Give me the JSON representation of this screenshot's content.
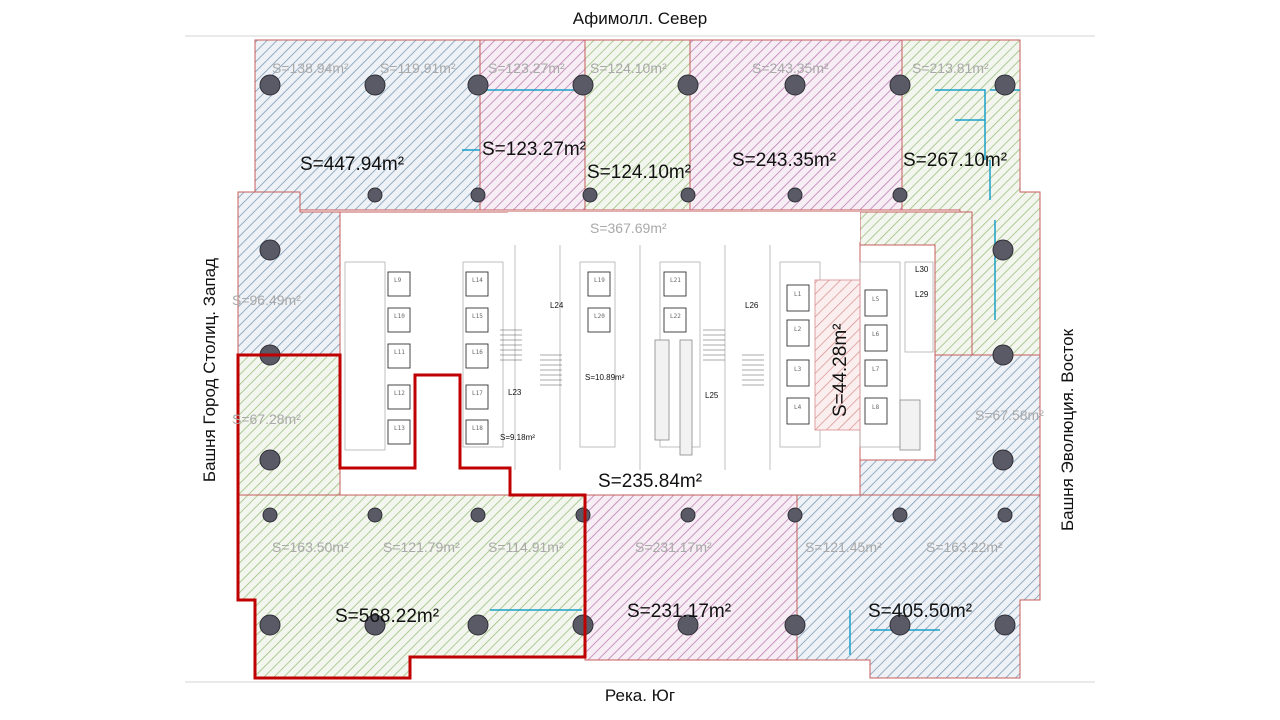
{
  "directions": {
    "north": "Афимолл. Север",
    "south": "Река. Юг",
    "west": "Башня Город Столиц. Запад",
    "east": "Башня Эволюция. Восток"
  },
  "colors": {
    "blue_hatch": "#7e9bb6",
    "pink_hatch": "#c07fb3",
    "green_hatch": "#9fc07f",
    "wall": "#c65c5c",
    "highlight": "#c00000",
    "column": "#5a5a66",
    "cyan_line": "#1aa0c8"
  },
  "areas_small": {
    "s1": "S=138.94m²",
    "s2": "S=119.91m²",
    "s3": "S=123.27m²",
    "s4": "S=124.10m²",
    "s5": "S=243.35m²",
    "s6": "S=213.81m²",
    "s7": "S=367.69m²",
    "s8": "S=96.49m²",
    "s9": "S=67.28m²",
    "s10": "S=67.58m²",
    "s11": "S=163.50m²",
    "s12": "S=121.79m²",
    "s13": "S=114.91m²",
    "s14": "S=231.17m²",
    "s15": "S=121.45m²",
    "s16": "S=163.22m²",
    "s17": "S=10.89m²",
    "s18": "S=9.18m²"
  },
  "areas_large": {
    "l1": "S=447.94m²",
    "l2": "S=123.27m²",
    "l3": "S=124.10m²",
    "l4": "S=243.35m²",
    "l5": "S=267.10m²",
    "l6": "S=235.84m²",
    "l7": "S=44.28m²",
    "l8": "S=568.22m²",
    "l9": "S=231.17m²",
    "l10": "S=405.50m²"
  },
  "core_labels": {
    "l24": "L24",
    "l23": "L23",
    "l25": "L25",
    "l26": "L26",
    "l30": "L30",
    "l29": "L29",
    "l1": "L1",
    "l2": "L2",
    "l3": "L3",
    "l4": "L4",
    "l5": "L5",
    "l6": "L6",
    "l7": "L7",
    "l8": "L8",
    "l9": "L9",
    "l10": "L10",
    "l11": "L11",
    "l12": "L12",
    "l13": "L13",
    "l14": "L14",
    "l15": "L15",
    "l16": "L16",
    "l17": "L17",
    "l18": "L18",
    "l19": "L19",
    "l20": "L20",
    "l21": "L21",
    "l22": "L22"
  }
}
